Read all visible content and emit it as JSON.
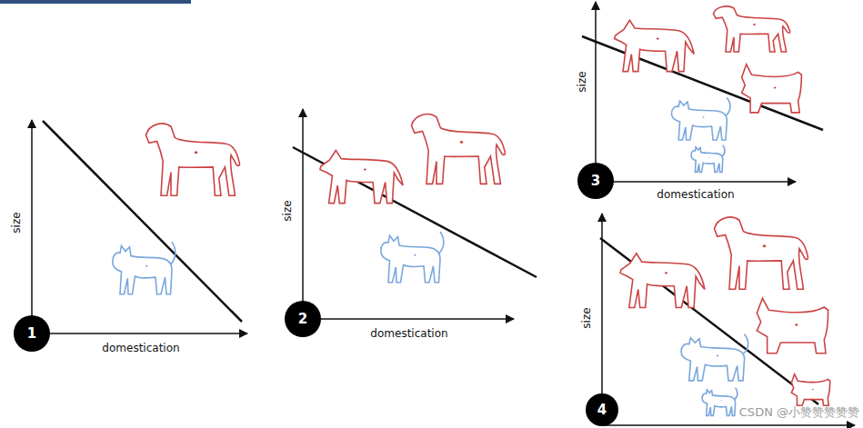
{
  "diagram": {
    "nodes": [
      {
        "text": [
          "1"
        ]
      },
      {
        "text": [
          "2"
        ]
      },
      {
        "text": [
          "3"
        ]
      },
      {
        "text": [
          "4"
        ]
      }
    ],
    "labels": [
      "size",
      "domestication",
      "size",
      "domestication",
      "size",
      "domestication",
      "size",
      "CSDN @小赞赞赞赞赞"
    ]
  }
}
